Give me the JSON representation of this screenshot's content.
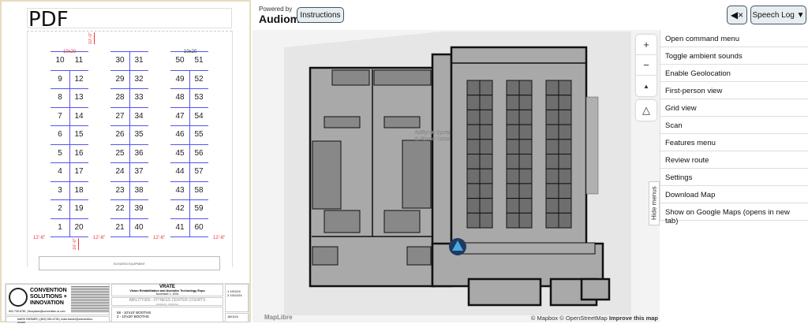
{
  "pdf": {
    "title": "PDF",
    "booth_label_10x20": "10x20",
    "dims": {
      "aisle": "12'-6\"",
      "top": "10'-0\"",
      "bottom": "10'-0\""
    },
    "columns": [
      {
        "left": [
          "10",
          "9",
          "8",
          "7",
          "6",
          "5",
          "4",
          "3",
          "2",
          "1"
        ],
        "right": [
          "11",
          "12",
          "13",
          "14",
          "15",
          "16",
          "17",
          "18",
          "19",
          "20"
        ]
      },
      {
        "left": [
          "30",
          "29",
          "28",
          "27",
          "26",
          "25",
          "24",
          "23",
          "22",
          "21"
        ],
        "right": [
          "31",
          "32",
          "33",
          "34",
          "35",
          "36",
          "37",
          "38",
          "39",
          "40"
        ]
      },
      {
        "left": [
          "50",
          "49",
          "48",
          "47",
          "46",
          "45",
          "44",
          "43",
          "42",
          "41"
        ],
        "right": [
          "51",
          "52",
          "53",
          "54",
          "55",
          "56",
          "57",
          "58",
          "59",
          "60"
        ]
      }
    ],
    "equipment": "ELEVATED EQUIPMENT",
    "titleblock": {
      "company": "CONVENTION SOLUTIONS + INNOVATION",
      "contact": "602-730-8781 | floorplans@convention-si.com",
      "rep": "MARK FARMER | (602) 390-4726 | mark.farmer@convention-si.com",
      "event": "VRATE",
      "event_full": "Vision Rehabilitation and Assistive Technology Expo",
      "date": "November 1, 2024",
      "venue": "ABILITY360 - FITNESS CENTER COURTS",
      "city": "PHOENIX, ARIZONA",
      "specs": [
        "58 - 10'x10' BOOTHS",
        "2 - 10'x20' BOOTHS"
      ],
      "revisions": [
        {
          "n": "1",
          "d": "10/1/24"
        },
        {
          "n": "2",
          "d": "10/11/24"
        }
      ],
      "job": "JAV1124"
    }
  },
  "header": {
    "powered_by": "Powered by",
    "brand": "Audiom",
    "instructions": "Instructions",
    "mute_icon": "speaker-mute-icon",
    "speech_log": "Speech Log ▼"
  },
  "map": {
    "zoom_in": "+",
    "zoom_out": "−",
    "compass": "▲",
    "perspective": "△",
    "poi_label": [
      "Ability360 Sports",
      "& Fitness Center"
    ],
    "hide_menus": "Hide menus",
    "attribution": "© Mapbox © OpenStreetMap",
    "improve": "Improve this map",
    "logo": "MapLibre",
    "user_color": "#1e3a5f"
  },
  "menu": [
    "Open command menu",
    "Toggle ambient sounds",
    "Enable Geolocation",
    "First-person view",
    "Grid view",
    "Scan",
    "Features menu",
    "Review route",
    "Settings",
    "Download Map",
    "Show on Google Maps (opens in new tab)"
  ]
}
